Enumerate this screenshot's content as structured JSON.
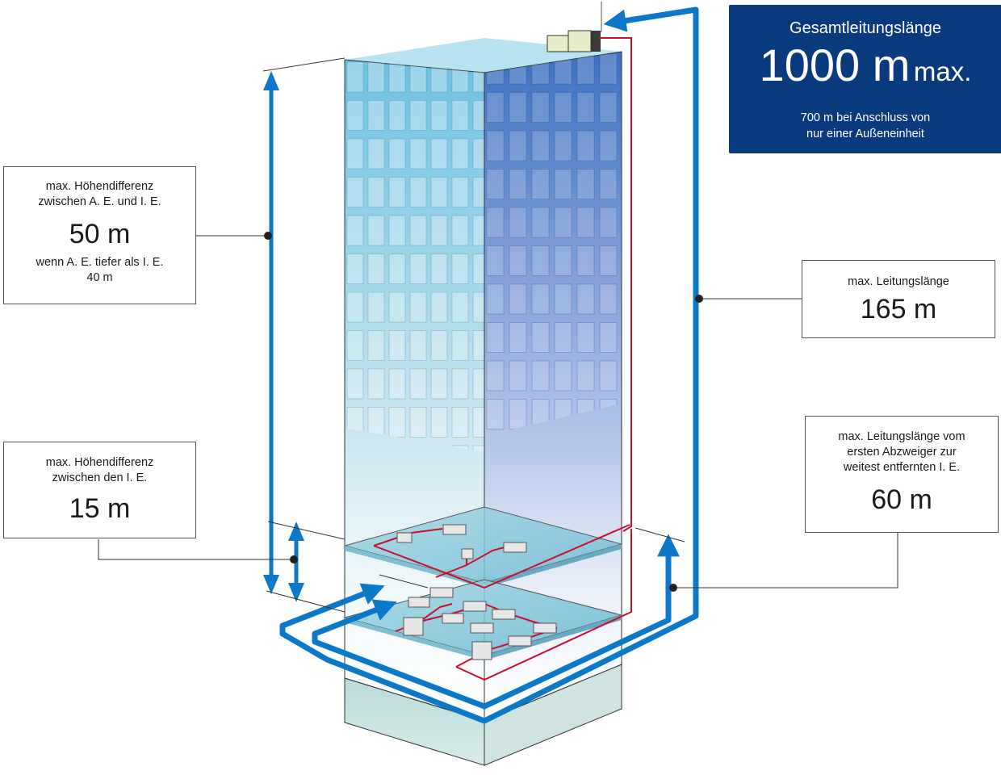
{
  "total": {
    "title": "Gesamtleitungslänge",
    "value": "1000 m",
    "suffix": "max.",
    "note_line1": "700 m bei Anschluss von",
    "note_line2": "nur einer Außeneinheit"
  },
  "height_outdoor_indoor": {
    "line1": "max. Höhendifferenz",
    "line2": "zwischen A. E. und I. E.",
    "value": "50 m",
    "note_line1": "wenn A. E. tiefer als I. E.",
    "note_line2": "40 m"
  },
  "height_indoor": {
    "line1": "max. Höhendifferenz",
    "line2": "zwischen den I. E.",
    "value": "15 m"
  },
  "pipe_length": {
    "line1": "max. Leitungslänge",
    "value": "165 m"
  },
  "branch_length": {
    "line1": "max. Leitungslänge vom",
    "line2": "ersten Abzweiger zur",
    "line3": "weitest entfernten I. E.",
    "value": "60 m"
  },
  "colors": {
    "arrow_blue": "#0b78c8",
    "refrigerant_red": "#c8102e",
    "panel_navy": "#0a3a7e",
    "building_blue": "#4a7cc7"
  }
}
